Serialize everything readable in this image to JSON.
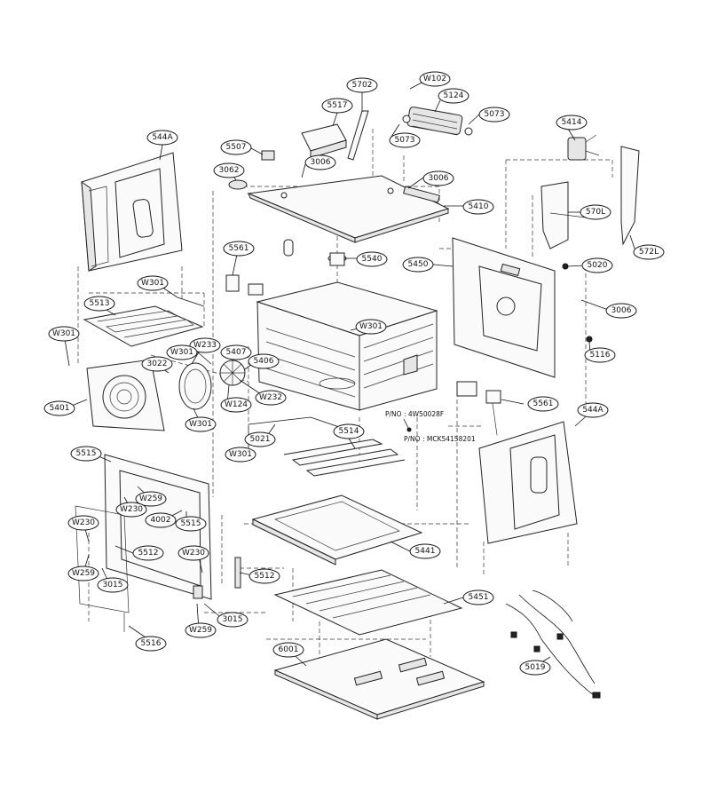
{
  "callouts": [
    {
      "id": "c-5702",
      "text": "5702"
    },
    {
      "id": "c-w102",
      "text": "W102"
    },
    {
      "id": "c-5124",
      "text": "5124"
    },
    {
      "id": "c-5517",
      "text": "5517"
    },
    {
      "id": "c-5073a",
      "text": "5073"
    },
    {
      "id": "c-5073b",
      "text": "5073"
    },
    {
      "id": "c-544a-top",
      "text": "544A"
    },
    {
      "id": "c-5507",
      "text": "5507"
    },
    {
      "id": "c-3006a",
      "text": "3006"
    },
    {
      "id": "c-5414",
      "text": "5414"
    },
    {
      "id": "c-3062",
      "text": "3062"
    },
    {
      "id": "c-3006b",
      "text": "3006"
    },
    {
      "id": "c-5410",
      "text": "5410"
    },
    {
      "id": "c-570l",
      "text": "570L"
    },
    {
      "id": "c-572l",
      "text": "572L"
    },
    {
      "id": "c-5561a",
      "text": "5561"
    },
    {
      "id": "c-5540",
      "text": "5540"
    },
    {
      "id": "c-5450",
      "text": "5450"
    },
    {
      "id": "c-5020",
      "text": "5020"
    },
    {
      "id": "c-w301a",
      "text": "W301"
    },
    {
      "id": "c-5513",
      "text": "5513"
    },
    {
      "id": "c-3006c",
      "text": "3006"
    },
    {
      "id": "c-w301b",
      "text": "W301"
    },
    {
      "id": "c-w301c",
      "text": "W301"
    },
    {
      "id": "c-w233",
      "text": "W233"
    },
    {
      "id": "c-w301d",
      "text": "W301"
    },
    {
      "id": "c-5407",
      "text": "5407"
    },
    {
      "id": "c-3022",
      "text": "3022"
    },
    {
      "id": "c-5406",
      "text": "5406"
    },
    {
      "id": "c-5116",
      "text": "5116"
    },
    {
      "id": "c-w232",
      "text": "W232"
    },
    {
      "id": "c-5401",
      "text": "5401"
    },
    {
      "id": "c-w124",
      "text": "W124"
    },
    {
      "id": "c-5561b",
      "text": "5561"
    },
    {
      "id": "c-w301e",
      "text": "W301"
    },
    {
      "id": "c-544a-mid",
      "text": "544A"
    },
    {
      "id": "c-5514",
      "text": "5514"
    },
    {
      "id": "c-5021",
      "text": "5021"
    },
    {
      "id": "c-w301f",
      "text": "W301"
    },
    {
      "id": "c-5515a",
      "text": "5515"
    },
    {
      "id": "c-w259a",
      "text": "W259"
    },
    {
      "id": "c-w230a",
      "text": "W230"
    },
    {
      "id": "c-4002",
      "text": "4002"
    },
    {
      "id": "c-5515b",
      "text": "5515"
    },
    {
      "id": "c-w230b",
      "text": "W230"
    },
    {
      "id": "c-5512a",
      "text": "5512"
    },
    {
      "id": "c-w230c",
      "text": "W230"
    },
    {
      "id": "c-5441",
      "text": "5441"
    },
    {
      "id": "c-w259b",
      "text": "W259"
    },
    {
      "id": "c-3015a",
      "text": "3015"
    },
    {
      "id": "c-5512b",
      "text": "5512"
    },
    {
      "id": "c-5451",
      "text": "5451"
    },
    {
      "id": "c-3015b",
      "text": "3015"
    },
    {
      "id": "c-w259c",
      "text": "W259"
    },
    {
      "id": "c-5516",
      "text": "5516"
    },
    {
      "id": "c-6001",
      "text": "6001"
    },
    {
      "id": "c-5019",
      "text": "5019"
    }
  ],
  "part_numbers": {
    "pno1": "P/NO : 4W50028F",
    "pno2": "P/NO : MCK54158201"
  }
}
